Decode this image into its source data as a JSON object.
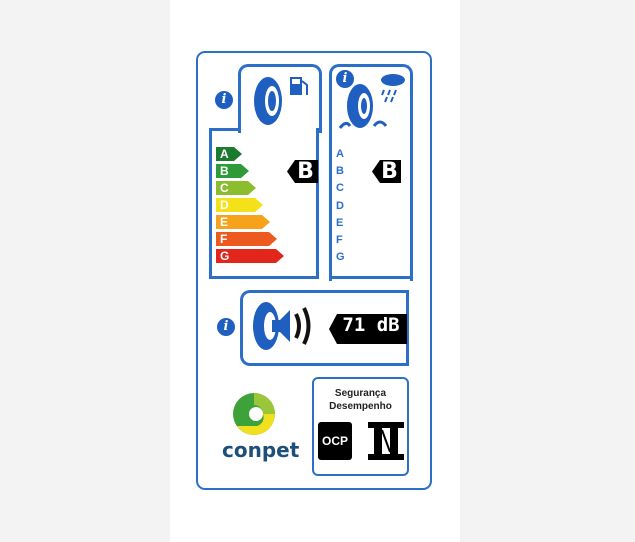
{
  "fuel_efficiency": {
    "classes": [
      "A",
      "B",
      "C",
      "D",
      "E",
      "F",
      "G"
    ],
    "colors": [
      "#1a7a2e",
      "#2e9a38",
      "#8cbd2f",
      "#f4e11a",
      "#f7a21b",
      "#ec5a1f",
      "#e3261c"
    ],
    "rating": "B"
  },
  "wet_grip": {
    "classes": [
      "A",
      "B",
      "C",
      "D",
      "E",
      "F",
      "G"
    ],
    "rating": "B"
  },
  "noise": {
    "value": "71 dB"
  },
  "info_icon": "i",
  "logo": {
    "name": "conpet"
  },
  "certification": {
    "line1": "Segurança",
    "line2": "Desempenho",
    "ocp": "OCP"
  }
}
